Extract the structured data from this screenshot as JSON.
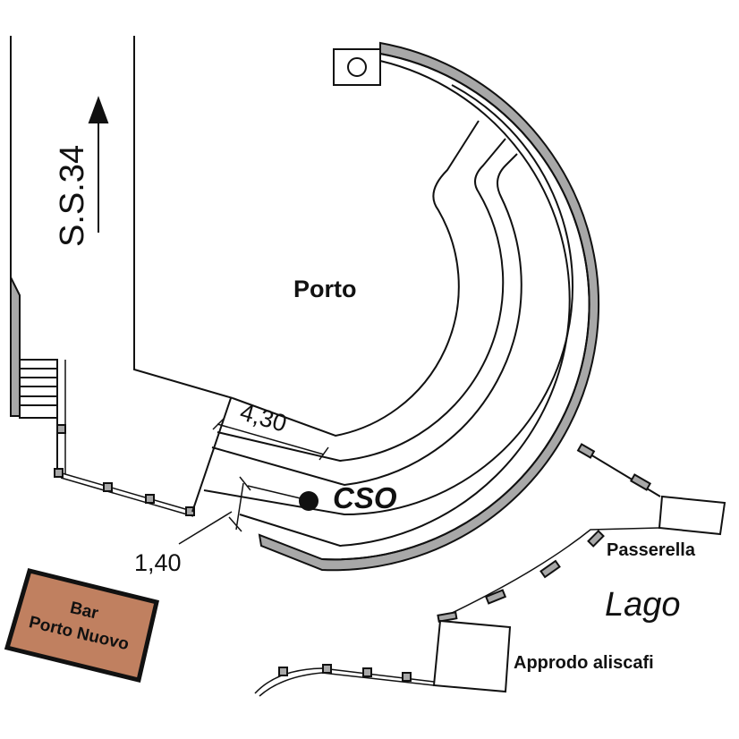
{
  "labels": {
    "road": "S.S.34",
    "porto": "Porto",
    "cso": "CSO",
    "dim_width": "4,30",
    "dim_small": "1,40",
    "bar_line1": "Bar",
    "bar_line2": "Porto Nuovo",
    "passerella": "Passerella",
    "lago": "Lago",
    "approdo": "Approdo aliscafi"
  },
  "colors": {
    "wall": "#a8a8a8",
    "bar": "#c08060",
    "line": "#111111"
  }
}
